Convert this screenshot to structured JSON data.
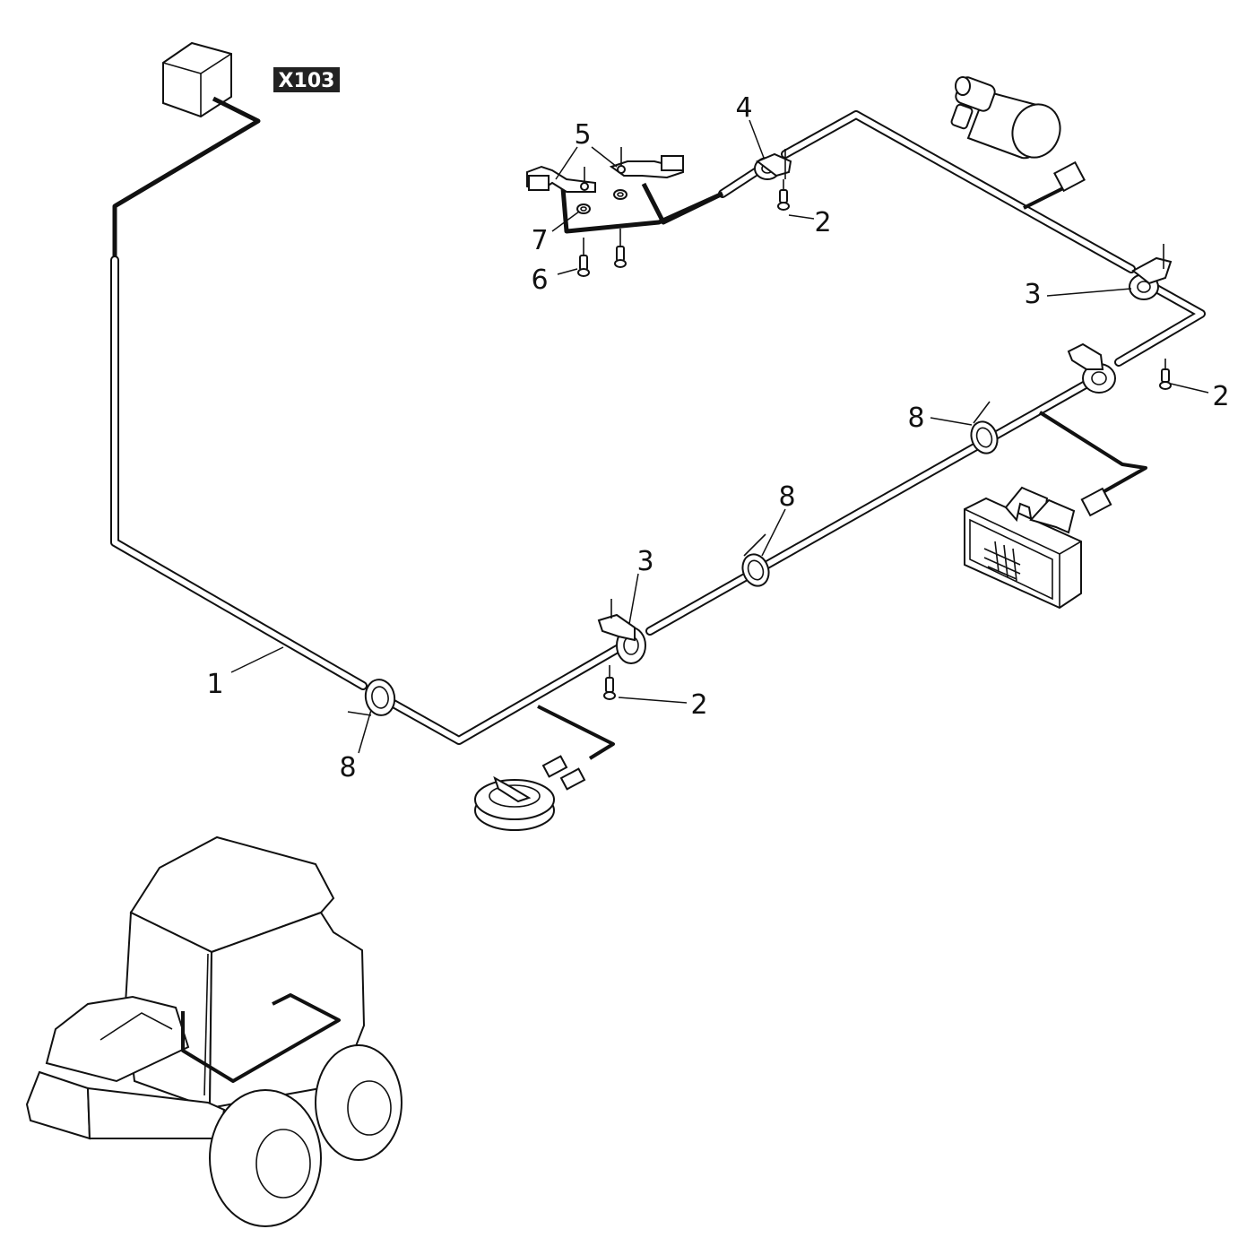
{
  "connector_tag": "X103",
  "callouts": {
    "c1": "1",
    "c2a": "2",
    "c2b": "2",
    "c2c": "2",
    "c3a": "3",
    "c3b": "3",
    "c4": "4",
    "c5": "5",
    "c6": "6",
    "c7": "7",
    "c8a": "8",
    "c8b": "8",
    "c8c": "8"
  }
}
